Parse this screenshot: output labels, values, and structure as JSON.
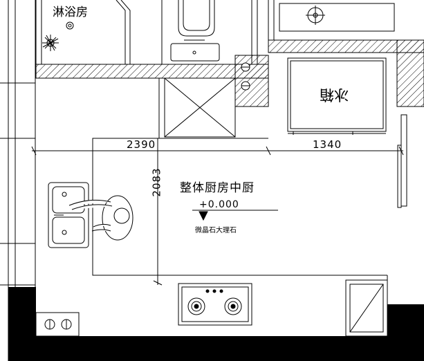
{
  "rooms": {
    "shower_label": "淋浴房",
    "kitchen_label": "整体厨房中厨"
  },
  "dimensions": {
    "width_left": "2390",
    "width_right": "1340",
    "height": "2083"
  },
  "level": {
    "elevation": "+0.000",
    "floor_material": "微晶石大理石"
  },
  "appliances": {
    "fridge_label": "冰箱"
  }
}
